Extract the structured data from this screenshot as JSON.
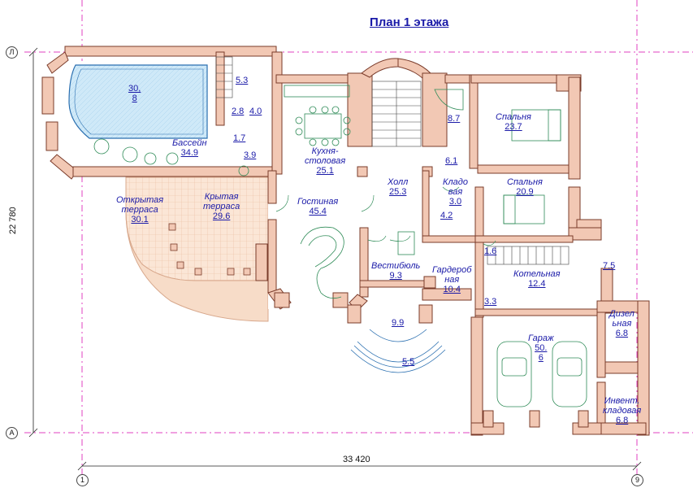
{
  "title": "План 1 этажа",
  "axes": {
    "row_top": "Л",
    "row_bottom": "А",
    "col_left": "1",
    "col_right": "9"
  },
  "dimensions": {
    "height": "22 780",
    "width": "33 420"
  },
  "rooms": [
    {
      "id": "pool",
      "name": "",
      "area": "30,\n8"
    },
    {
      "id": "pool-hall",
      "name": "Бассейн",
      "area": "34.9"
    },
    {
      "id": "r53",
      "name": "",
      "area": "5.3"
    },
    {
      "id": "r28",
      "name": "",
      "area": "2.8"
    },
    {
      "id": "r40",
      "name": "",
      "area": "4.0"
    },
    {
      "id": "r17",
      "name": "",
      "area": "1.7"
    },
    {
      "id": "r39",
      "name": "",
      "area": "3.9"
    },
    {
      "id": "kitchen",
      "name": "Кухня-\nстоловая",
      "area": "25.1"
    },
    {
      "id": "r87",
      "name": "",
      "area": "8.7"
    },
    {
      "id": "bedroom1",
      "name": "Спальня",
      "area": "23.7"
    },
    {
      "id": "r61",
      "name": "",
      "area": "6.1"
    },
    {
      "id": "hall",
      "name": "Холл",
      "area": "25.3"
    },
    {
      "id": "pantry",
      "name": "Кладо\nвая",
      "area": "3.0"
    },
    {
      "id": "bedroom2",
      "name": "Спальня",
      "area": "20.9"
    },
    {
      "id": "open-terrace",
      "name": "Открытая\nтерраса",
      "area": "30.1"
    },
    {
      "id": "covered-terrace",
      "name": "Крытая\nтерраса",
      "area": "29.6"
    },
    {
      "id": "living",
      "name": "Гостиная",
      "area": "45.4"
    },
    {
      "id": "r42",
      "name": "",
      "area": "4.2"
    },
    {
      "id": "r16",
      "name": "",
      "area": "1.6"
    },
    {
      "id": "r75",
      "name": "",
      "area": "7.5"
    },
    {
      "id": "vestibule",
      "name": "Вестибюль",
      "area": "9.3"
    },
    {
      "id": "wardrobe",
      "name": "Гардероб\nная",
      "area": "10.4"
    },
    {
      "id": "boiler",
      "name": "Котельная",
      "area": "12.4"
    },
    {
      "id": "r33",
      "name": "",
      "area": "3.3"
    },
    {
      "id": "diesel",
      "name": "Дизел\nьная",
      "area": "6.8"
    },
    {
      "id": "r99",
      "name": "",
      "area": "9.9"
    },
    {
      "id": "garage",
      "name": "Гараж",
      "area": "50.\n6"
    },
    {
      "id": "r55",
      "name": "",
      "area": "5.5"
    },
    {
      "id": "inventory",
      "name": "Инвент.\nкладовая",
      "area": "6.8"
    }
  ],
  "colors": {
    "wall": "#f2c8b4",
    "wall_edge": "#7a3b2a",
    "label": "#1a1aa8",
    "axis": "#e040c0",
    "green": "#2e8b57",
    "pool": "#c9e6f7",
    "terrace": "#f7dcc8"
  }
}
